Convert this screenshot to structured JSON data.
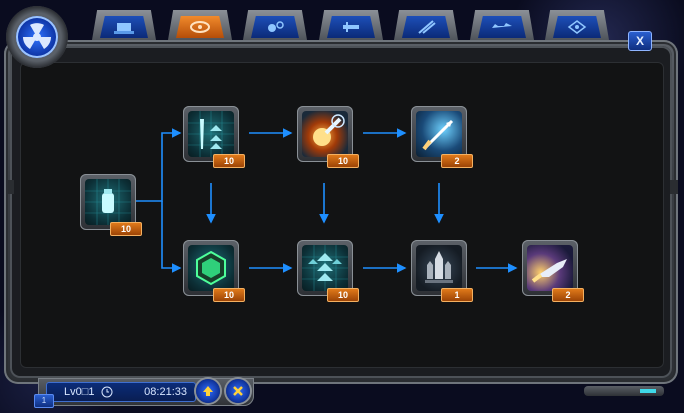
{
  "tabs": [
    {
      "name": "tab-defense",
      "icon": "defense-turret-icon",
      "active": false
    },
    {
      "name": "tab-radar",
      "icon": "radar-dish-icon",
      "active": true
    },
    {
      "name": "tab-orbital",
      "icon": "orbital-cannon-icon",
      "active": false
    },
    {
      "name": "tab-laser",
      "icon": "laser-gun-icon",
      "active": false
    },
    {
      "name": "tab-missile",
      "icon": "missile-icon",
      "active": false
    },
    {
      "name": "tab-aircraft",
      "icon": "aircraft-icon",
      "active": false
    },
    {
      "name": "tab-starship",
      "icon": "starship-icon",
      "active": false
    }
  ],
  "close_label": "X",
  "tech_tree": {
    "nodes": [
      {
        "id": "canister",
        "icon": "canister-icon",
        "level": "10"
      },
      {
        "id": "tools-upgrade",
        "icon": "wrench-arrows-icon",
        "level": "10"
      },
      {
        "id": "explosive-shell",
        "icon": "explosion-shell-icon",
        "level": "10"
      },
      {
        "id": "piercing-dart",
        "icon": "dart-icon",
        "level": "2"
      },
      {
        "id": "hex-shield",
        "icon": "hexagon-shield-icon",
        "level": "10"
      },
      {
        "id": "stacked-boost",
        "icon": "triple-arrow-icon",
        "level": "10"
      },
      {
        "id": "rocket-launch",
        "icon": "rocket-icon",
        "level": "1"
      },
      {
        "id": "jet-strike",
        "icon": "jet-fighter-icon",
        "level": "2"
      }
    ]
  },
  "status": {
    "level": "Lv0□1",
    "time": "08:21:33"
  },
  "bottom_left_label": "1",
  "colors": {
    "accent_blue": "#2f6bff",
    "badge_orange": "#e07a1a",
    "link_blue": "#1e8fff",
    "node_teal": "#1f6f77"
  }
}
